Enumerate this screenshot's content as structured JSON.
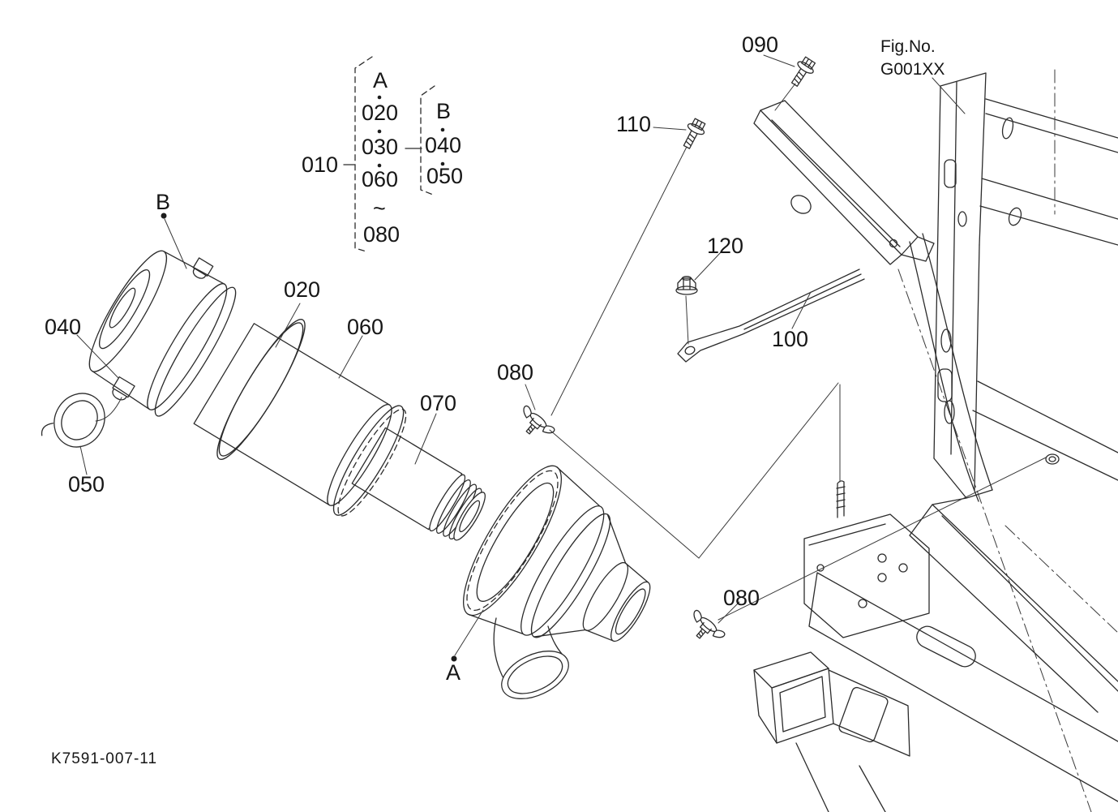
{
  "doc": {
    "drawing_no": "K7591-007-11",
    "fig_label": "Fig.No.",
    "fig_value": "G001XX"
  },
  "legend": {
    "group": "010",
    "a_header": "A",
    "a_1": "020",
    "a_2": "030",
    "a_3": "060",
    "a_range": "~",
    "a_4": "080",
    "b_header": "B",
    "b_1": "040",
    "b_2": "050"
  },
  "callouts": {
    "ref_a": "A",
    "ref_b": "B",
    "n020": "020",
    "n040": "040",
    "n050": "050",
    "n060": "060",
    "n070": "070",
    "n080": "080",
    "n090": "090",
    "n100": "100",
    "n110": "110",
    "n120": "120"
  },
  "colors": {
    "ink": "#2b2b2b",
    "background": "#ffffff"
  }
}
